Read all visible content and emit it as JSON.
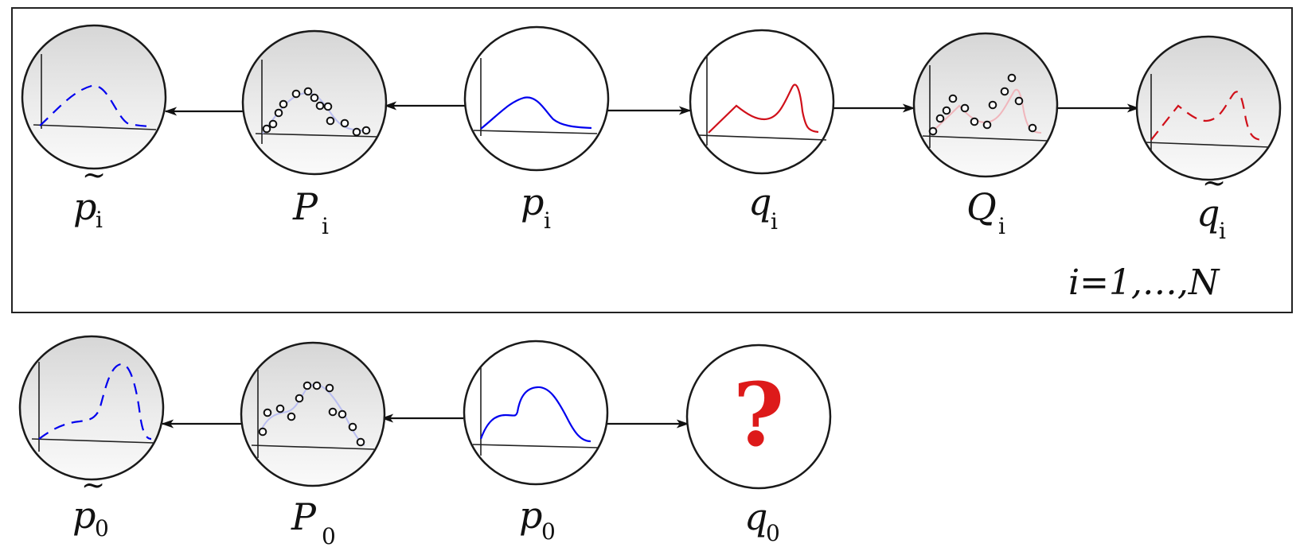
{
  "top_row": {
    "labels": [
      {
        "base": "p",
        "sub": "i",
        "tilde": "~"
      },
      {
        "base": "P",
        "sub": "i",
        "tilde": ""
      },
      {
        "base": "p",
        "sub": "i",
        "tilde": ""
      },
      {
        "base": "q",
        "sub": "i",
        "tilde": ""
      },
      {
        "base": "Q",
        "sub": "i",
        "tilde": ""
      },
      {
        "base": "q",
        "sub": "i",
        "tilde": "~"
      }
    ],
    "range_text": "i=1,…,N"
  },
  "bottom_row": {
    "labels": [
      {
        "base": "p",
        "sub": "0",
        "tilde": "~"
      },
      {
        "base": "P",
        "sub": "0",
        "tilde": ""
      },
      {
        "base": "p",
        "sub": "0",
        "tilde": ""
      },
      {
        "base": "q",
        "sub": "0",
        "tilde": ""
      }
    ],
    "unknown_mark": "?"
  },
  "colors": {
    "blue": "#0000ee",
    "red": "#d0101a",
    "question": "#dd1a1a"
  }
}
